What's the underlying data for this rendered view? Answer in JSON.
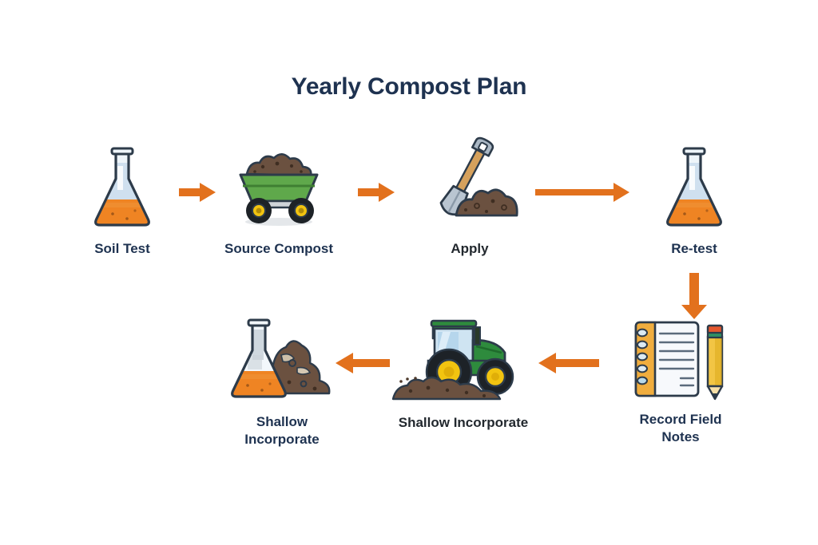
{
  "page": {
    "background_color": "#ffffff",
    "title": "Yearly Compost Plan",
    "title_color": "#1e3250"
  },
  "theme": {
    "accent_orange": "#e2711d",
    "arrow_color": "#e2711d",
    "label_navy": "#1e3250",
    "label_dark": "#22282e",
    "flask_glass": "#cfe0ef",
    "flask_soil": "#ef8423",
    "outline": "#2d3b4a",
    "cart_green": "#5fa84b",
    "cart_green_dark": "#3f7f33",
    "tractor_green": "#2e8b3d",
    "wheel_black": "#1d2227",
    "wheel_yellow": "#f2c410",
    "soil_brown": "#6b5140",
    "soil_brown_dark": "#4e3a2c",
    "shovel_silver": "#aab7c4",
    "shovel_handle": "#c98c4e",
    "notepad_orange": "#f0ad3e",
    "notepad_paper": "#f7f9fc",
    "pencil_yellow": "#f2c544",
    "pencil_eraser": "#e4572e"
  },
  "flow": {
    "nodes": [
      {
        "id": "soil-test",
        "label": "Soil Test",
        "icon": "flask-icon",
        "row": 1,
        "order": 1,
        "label_style": "navy"
      },
      {
        "id": "source-compost",
        "label": "Source Compost",
        "icon": "compost-cart-icon",
        "row": 1,
        "order": 2,
        "label_style": "navy"
      },
      {
        "id": "apply",
        "label": "Apply",
        "icon": "shovel-dirt-icon",
        "row": 1,
        "order": 3,
        "label_style": "dark"
      },
      {
        "id": "re-test",
        "label": "Re-test",
        "icon": "flask-icon",
        "row": 1,
        "order": 4,
        "label_style": "navy"
      },
      {
        "id": "record-field-notes",
        "label": "Record Field\nNotes",
        "icon": "notepad-pencil-icon",
        "row": 2,
        "order": 1,
        "label_style": "navy"
      },
      {
        "id": "shallow-incorporate-tractor",
        "label": "Shallow Incorporate",
        "icon": "tractor-soil-icon",
        "row": 2,
        "order": 2,
        "label_style": "dark"
      },
      {
        "id": "shallow-incorporate-flask",
        "label": "Shallow\nIncorporate",
        "icon": "flask-soil-pile-icon",
        "row": 2,
        "order": 3,
        "label_style": "navy"
      }
    ],
    "connectors": [
      {
        "id": "soil-test-to-source-compost",
        "direction": "right",
        "length": "short"
      },
      {
        "id": "source-compost-to-apply",
        "direction": "right",
        "length": "short"
      },
      {
        "id": "apply-to-re-test",
        "direction": "right",
        "length": "long"
      },
      {
        "id": "re-test-to-record-field-notes",
        "direction": "down",
        "length": "short"
      },
      {
        "id": "record-field-notes-to-tractor",
        "direction": "left",
        "length": "medium"
      },
      {
        "id": "tractor-to-shallow-incorporate",
        "direction": "left",
        "length": "medium"
      }
    ]
  }
}
